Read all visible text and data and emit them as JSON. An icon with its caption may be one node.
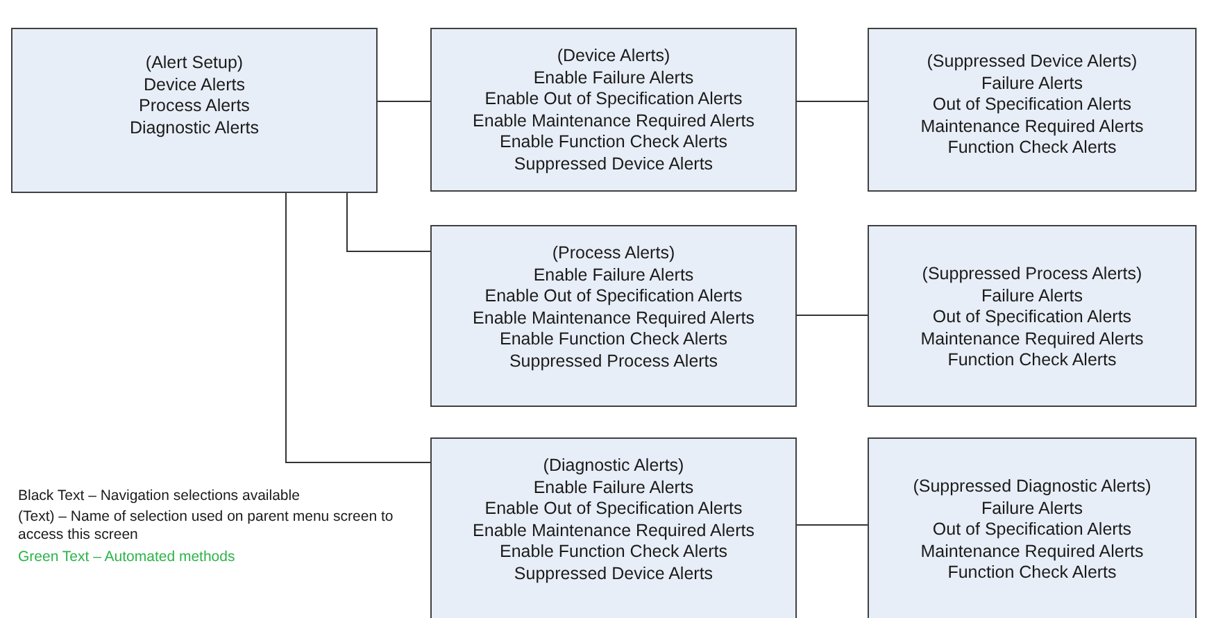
{
  "diagram": {
    "nodes": [
      {
        "text": [
          "(Alert Setup)",
          "Device Alerts",
          "Process Alerts",
          "Diagnostic Alerts"
        ]
      },
      {
        "text": [
          "(Device Alerts)",
          "Enable Failure Alerts",
          "Enable Out of Specification Alerts",
          "Enable Maintenance Required Alerts",
          "Enable Function Check Alerts",
          "Suppressed Device Alerts"
        ]
      },
      {
        "text": [
          "(Suppressed Device Alerts)",
          "Failure Alerts",
          "Out of Specification Alerts",
          "Maintenance Required Alerts",
          "Function Check Alerts"
        ]
      },
      {
        "text": [
          "(Process Alerts)",
          "Enable Failure Alerts",
          "Enable Out of Specification Alerts",
          "Enable Maintenance Required Alerts",
          "Enable Function Check Alerts",
          "Suppressed Process Alerts"
        ]
      },
      {
        "text": [
          "(Suppressed Process Alerts)",
          "Failure Alerts",
          "Out of Specification Alerts",
          "Maintenance Required Alerts",
          "Function Check Alerts"
        ]
      },
      {
        "text": [
          "(Diagnostic Alerts)",
          "Enable Failure Alerts",
          "Enable Out of Specification Alerts",
          "Enable Maintenance Required Alerts",
          "Enable Function Check Alerts",
          "Suppressed Device Alerts"
        ]
      },
      {
        "text": [
          "(Suppressed Diagnostic Alerts)",
          "Failure Alerts",
          "Out of Specification Alerts",
          "Maintenance Required Alerts",
          "Function Check Alerts"
        ]
      }
    ],
    "edges": [
      {
        "from": 0,
        "to": 1,
        "arrow": "none"
      },
      {
        "from": 1,
        "to": 2,
        "arrow": "none"
      },
      {
        "from": 0,
        "to": 3,
        "arrow": "none"
      },
      {
        "from": 3,
        "to": 4,
        "arrow": "none"
      },
      {
        "from": 0,
        "to": 5,
        "arrow": "none"
      },
      {
        "from": 5,
        "to": 6,
        "arrow": "none"
      }
    ],
    "labels": [
      "Black Text – Navigation selections available",
      "(Text) – Name of selection used on parent menu screen to access this screen",
      "Green Text – Automated methods"
    ]
  }
}
